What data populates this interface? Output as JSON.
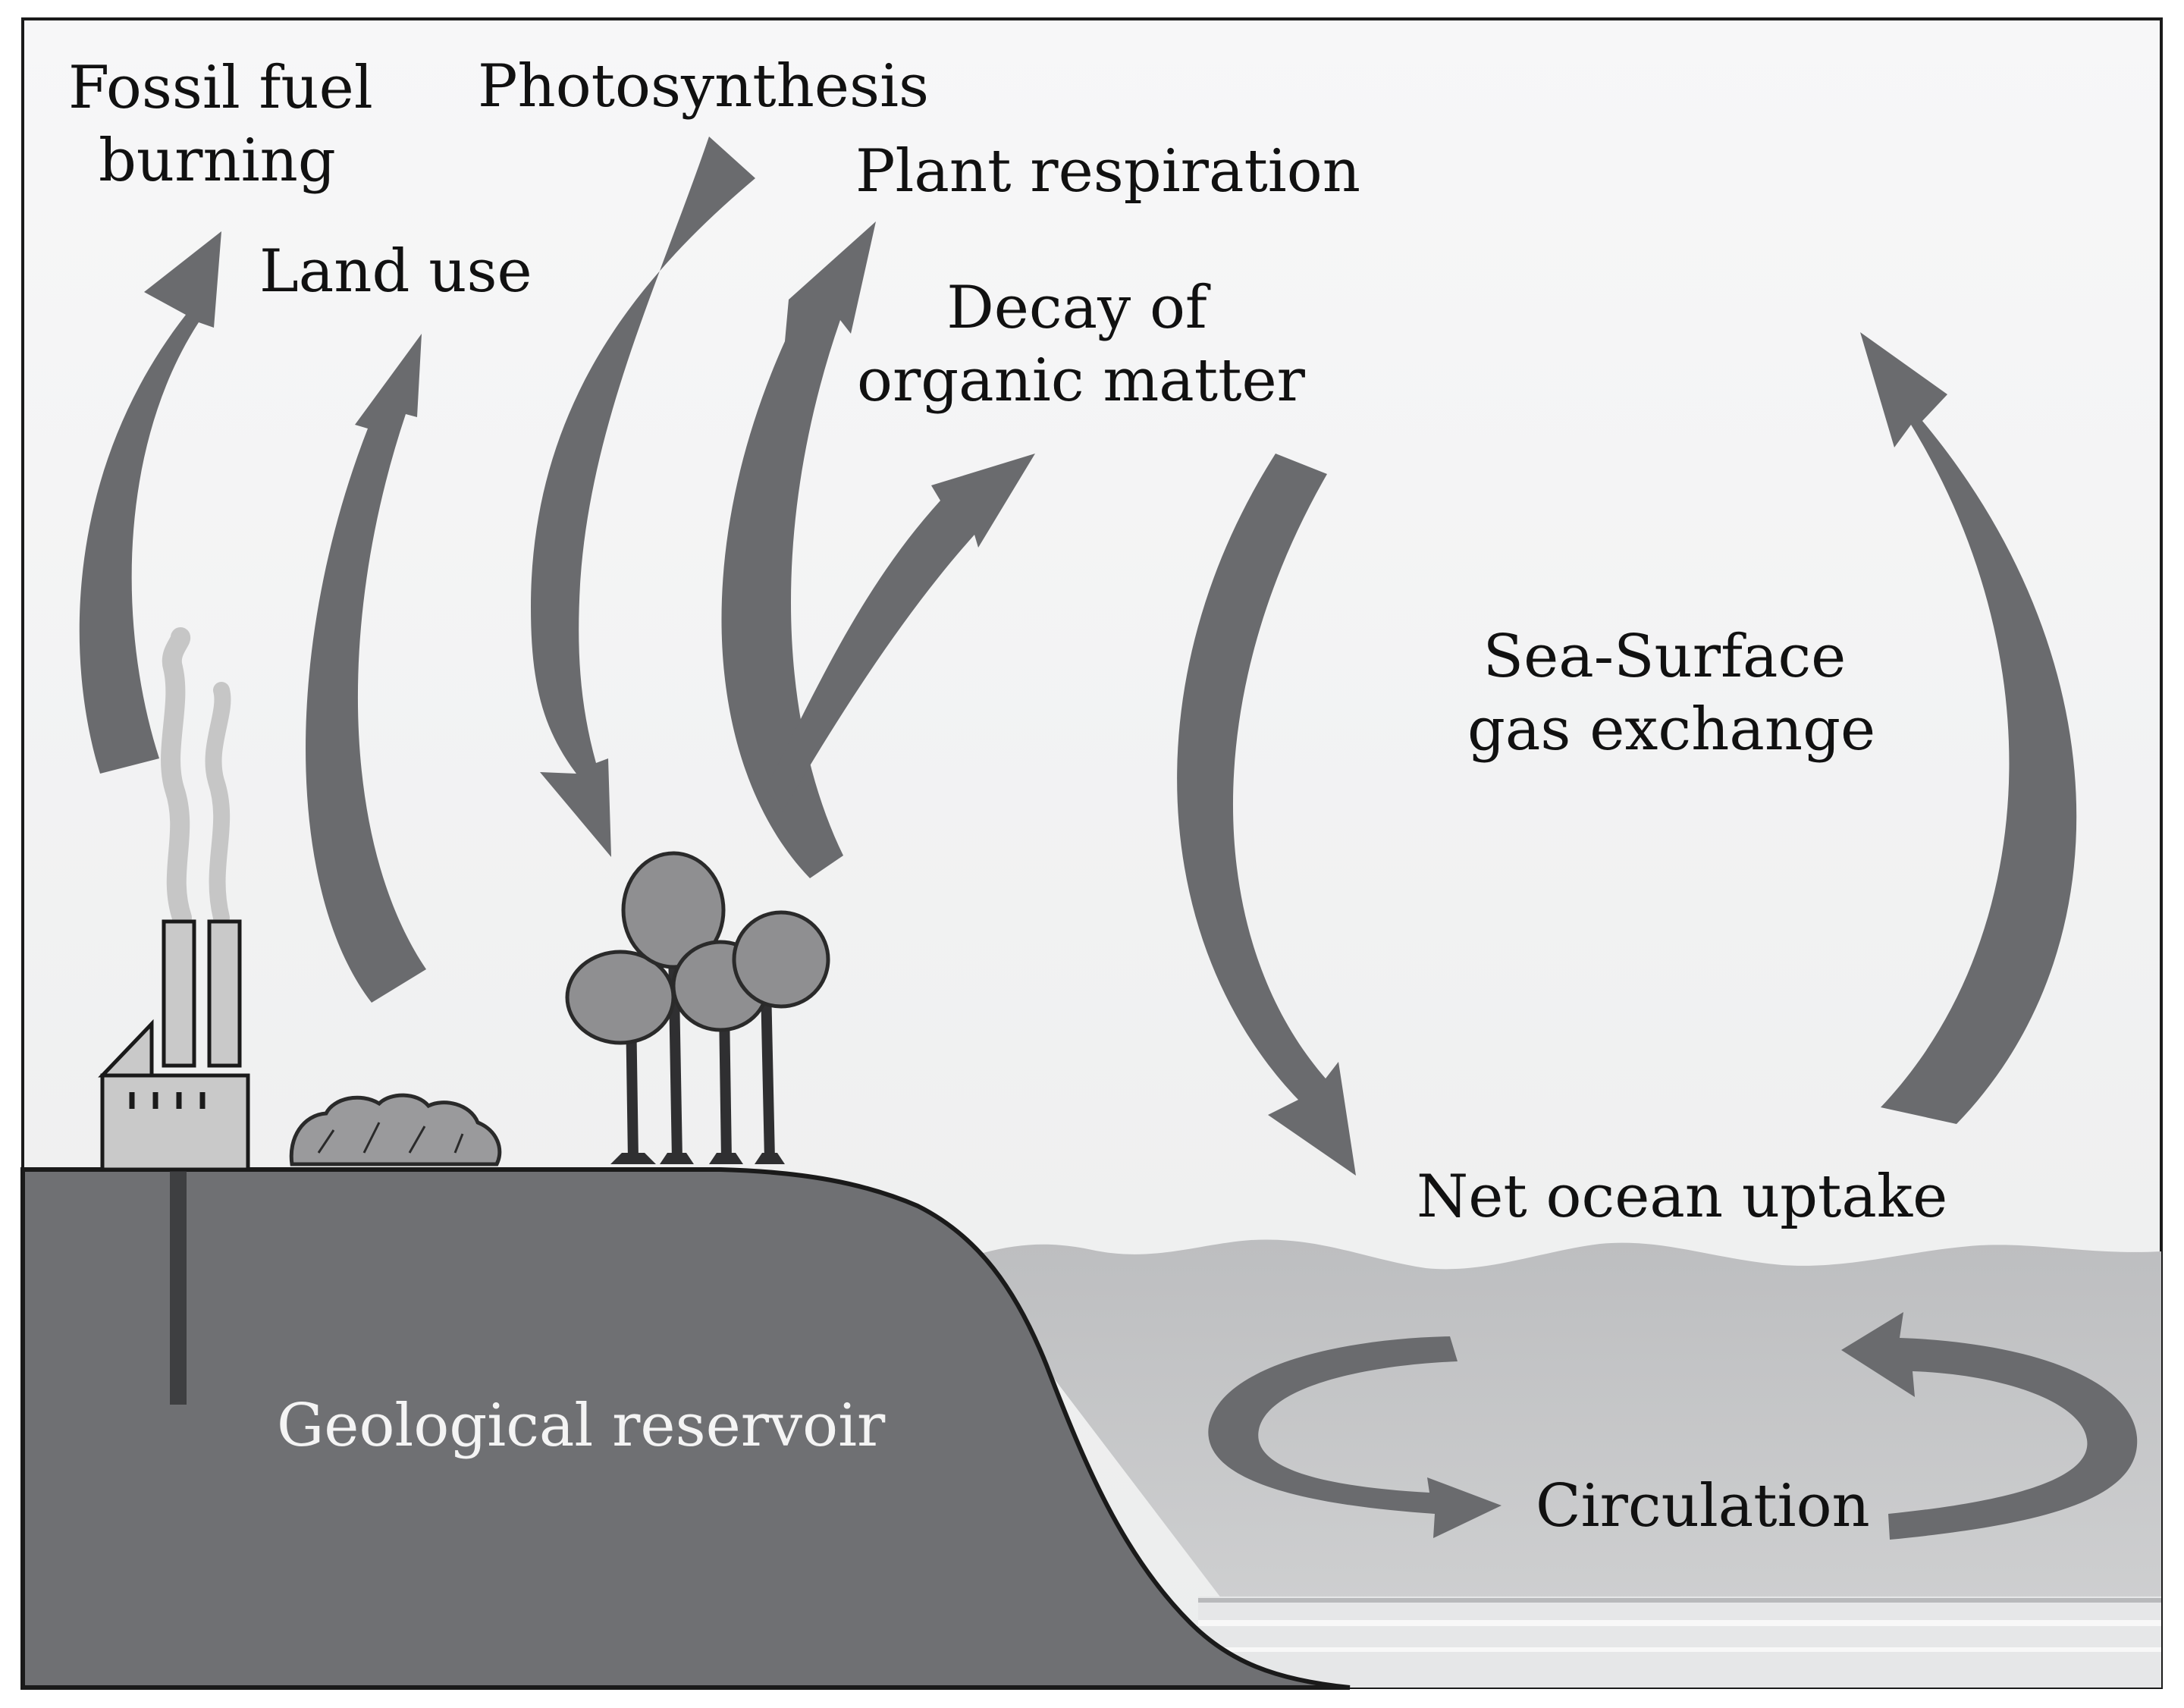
{
  "labels": {
    "fossil_fuel_burning": [
      "Fossil fuel",
      "burning"
    ],
    "land_use": "Land use",
    "photosynthesis": "Photosynthesis",
    "plant_respiration": "Plant respiration",
    "decay_of_organic_matter": [
      "Decay of",
      "organic matter"
    ],
    "sea_surface_gas_exchange": [
      "Sea-Surface",
      "gas exchange"
    ],
    "net_ocean_uptake": "Net ocean uptake",
    "circulation": "Circulation",
    "geological_reservoir": "Geological reservoir"
  },
  "colors": {
    "arrow": "#6a6b6e",
    "land": "#6f7073",
    "ocean": "#c5c6c8",
    "sky": "#f1f2f3",
    "factory": "#c9c9c9",
    "smoke": "#c4c4c4",
    "tree": "#8a8a8c"
  },
  "icons": {
    "factory": "factory-icon",
    "trees": "tree-icon",
    "shrubs": "shrub-icon"
  }
}
